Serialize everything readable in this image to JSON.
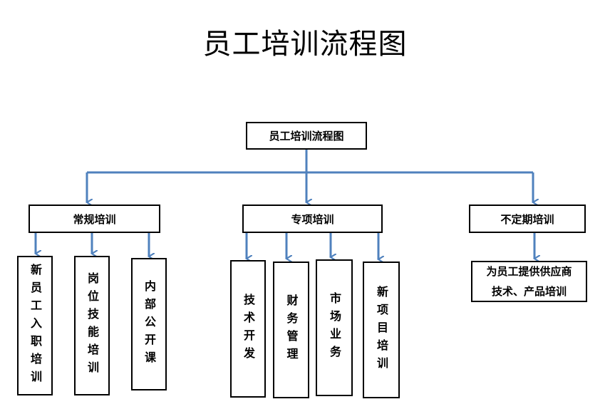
{
  "page_title": "员工培训流程图",
  "root": {
    "label": "员工培训流程图"
  },
  "categories": [
    {
      "label": "常规培训",
      "items": [
        "新员工入职培训",
        "岗位技能培训",
        "内部公开课"
      ]
    },
    {
      "label": "专项培训",
      "items": [
        "技术开发",
        "财务管理",
        "市场业务",
        "新项目培训"
      ]
    },
    {
      "label": "不定期培训",
      "items": [
        {
          "line1": "为员工提供供应商",
          "line2": "技术、产品培训"
        }
      ]
    }
  ],
  "colors": {
    "connector": "#4F81BD",
    "border": "#000000"
  }
}
